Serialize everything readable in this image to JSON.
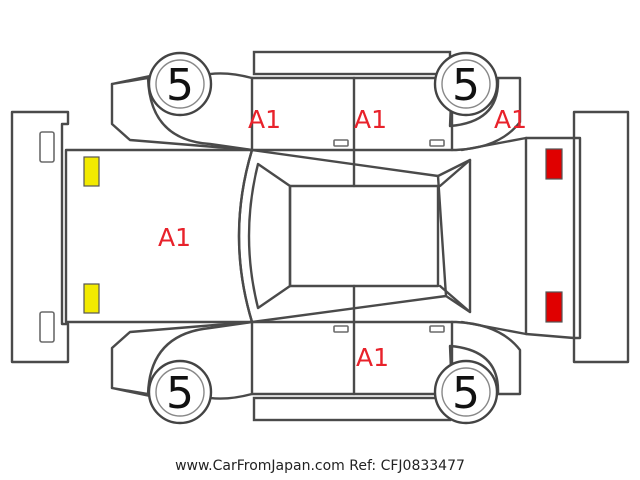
{
  "colors": {
    "outline": "#4a4a4a",
    "damage_mark": "#e8222b",
    "front_lamp": "#f2ea00",
    "rear_lamp": "#e00000"
  },
  "tires": {
    "front_left": "5",
    "rear_left": "5",
    "front_right": "5",
    "rear_right": "5"
  },
  "marks": {
    "hood": "A1",
    "left_front_door": "A1",
    "left_rear_door": "A1",
    "left_rear_quarter": "A1",
    "right_rear_door": "A1"
  },
  "footer": "www.CarFromJapan.com Ref: CFJ0833477"
}
